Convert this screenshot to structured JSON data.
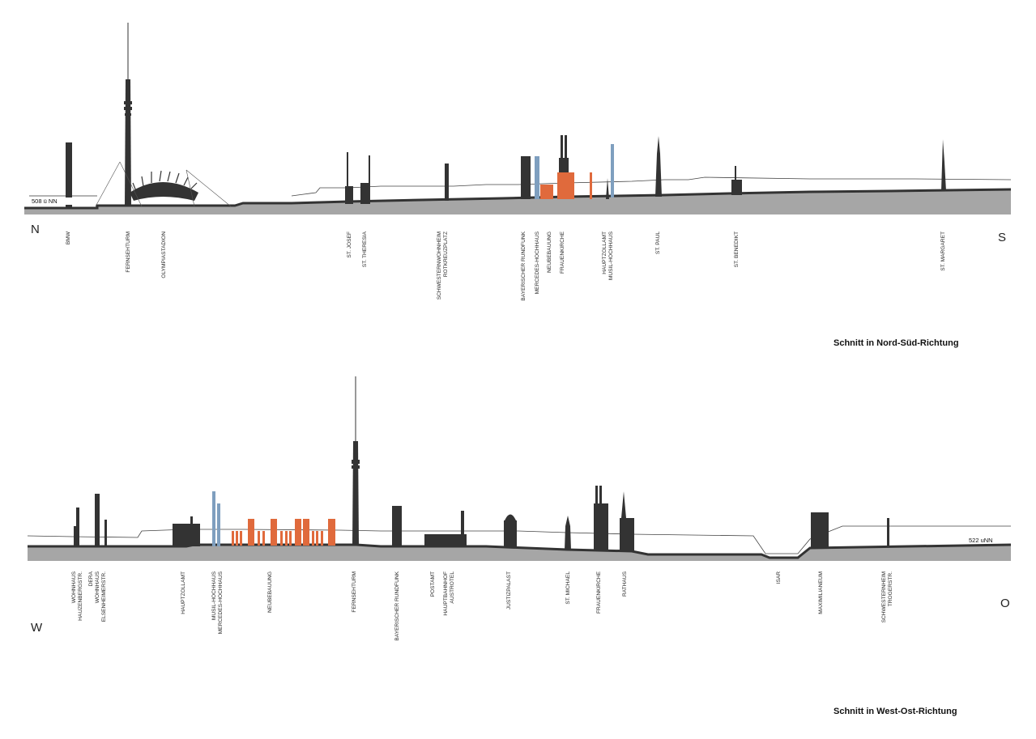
{
  "colors": {
    "building": "#333333",
    "ground": "#a6a6a6",
    "new_building": "#e06a3c",
    "highrise": "#7f9fbf"
  },
  "ns": {
    "caption": "Schnitt in Nord-Süd-Richtung",
    "dir_left": "N",
    "dir_right": "S",
    "elevation_tag": "508 ü NN",
    "labels": [
      {
        "name": "bmw",
        "lines": [
          "BMW"
        ]
      },
      {
        "name": "fernsehturm",
        "lines": [
          "FERNSEHTURM"
        ]
      },
      {
        "name": "olympiastadion",
        "lines": [
          "OLYMPIASTADION"
        ]
      },
      {
        "name": "st-josef",
        "lines": [
          "ST. JOSEF"
        ]
      },
      {
        "name": "st-theresia",
        "lines": [
          "ST. THERESIA"
        ]
      },
      {
        "name": "schwesternwohnheim",
        "lines": [
          "SCHWESTERNWOHNHEIM",
          "ROTKREUZPLATZ"
        ]
      },
      {
        "name": "bayerischer-rundfunk",
        "lines": [
          "BAYERISCHER RUNDFUNK"
        ]
      },
      {
        "name": "mercedes-hochhaus",
        "lines": [
          "MERCEDES-HOCHHAUS"
        ]
      },
      {
        "name": "neubebauung",
        "lines": [
          "NEUBEBAUUNG"
        ],
        "highlight": true
      },
      {
        "name": "frauenkirche",
        "lines": [
          "FRAUENKIRCHE"
        ]
      },
      {
        "name": "hauptzollamt",
        "lines": [
          "HAUPTZOLLAMT",
          "MUSIL-HOCHHAUS"
        ]
      },
      {
        "name": "st-paul",
        "lines": [
          "ST. PAUL"
        ]
      },
      {
        "name": "st-benedikt",
        "lines": [
          "ST. BENEDIKT"
        ]
      },
      {
        "name": "st-margaret",
        "lines": [
          "ST. MARGARET"
        ]
      }
    ]
  },
  "wo": {
    "caption": "Schnitt in West-Ost-Richtung",
    "dir_left": "W",
    "dir_right": "O",
    "elevation_tag": "522 uNN",
    "labels": [
      {
        "name": "wohnhaus-hauzenberg",
        "lines": [
          "WOHNHAUS",
          "HAUZENBERGSTR."
        ]
      },
      {
        "name": "dera-wohnhaus",
        "lines": [
          "DERA",
          "WOHNHAUS",
          "ELSENHEIMERSTR."
        ]
      },
      {
        "name": "hauptzollamt",
        "lines": [
          "HAUPTZOLLAMT"
        ]
      },
      {
        "name": "musil-mercedes",
        "lines": [
          "MUSIL-HOCHHAUS",
          "MERCEDES-HOCHHAUS"
        ]
      },
      {
        "name": "neubebauung",
        "lines": [
          "NEUBEBAUUNG"
        ],
        "highlight": true
      },
      {
        "name": "fernsehturm",
        "lines": [
          "FERNSEHTURM"
        ]
      },
      {
        "name": "bayerischer-rundfunk",
        "lines": [
          "BAYERISCHER RUNDFUNK"
        ]
      },
      {
        "name": "postamt",
        "lines": [
          "POSTAMT"
        ]
      },
      {
        "name": "hauptbahnhof",
        "lines": [
          "HAUPTBAHNHOF",
          "AUSTROTEL"
        ]
      },
      {
        "name": "justizpalast",
        "lines": [
          "JUSTIZPALAST"
        ]
      },
      {
        "name": "st-michael",
        "lines": [
          "ST. MICHAEL"
        ]
      },
      {
        "name": "frauenkirche",
        "lines": [
          "FRAUENKIRCHE"
        ]
      },
      {
        "name": "rathaus",
        "lines": [
          "RATHAUS"
        ]
      },
      {
        "name": "isar",
        "lines": [
          "ISAR"
        ]
      },
      {
        "name": "maximilianeum",
        "lines": [
          "MAXIMILIANEUM"
        ]
      },
      {
        "name": "schwesternheim",
        "lines": [
          "SCHWESTERNHEIM",
          "TROGERSTR."
        ]
      }
    ]
  }
}
